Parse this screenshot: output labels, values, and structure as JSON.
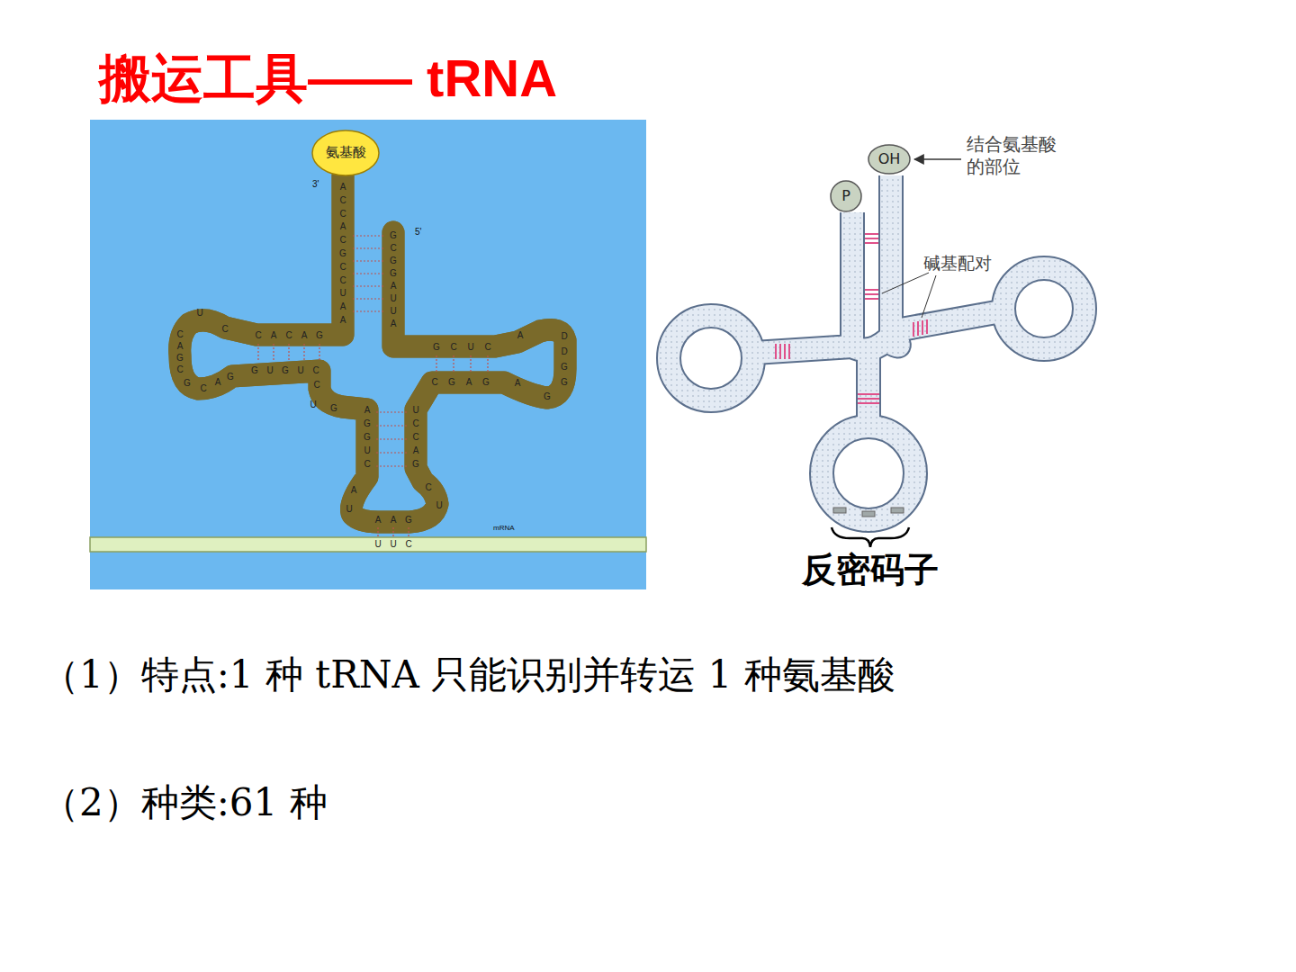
{
  "diagram": {
    "title": "搬运工具—— tRNA",
    "nodes": [
      {
        "text": [
          "氨基酸"
        ]
      },
      {
        "text": [
          "P"
        ]
      },
      {
        "text": [
          "OH"
        ]
      }
    ],
    "labels": [
      "3'",
      "5'",
      "ACCACGCCUAA",
      "GCGGAUUA",
      "UC",
      "CAGC",
      "GCAG",
      "CACAG",
      "GUGUC",
      "C",
      "UG",
      "GCUC",
      "A",
      "DDGG",
      "G",
      "CGAG",
      "A",
      "AGGUC",
      "UCCAG",
      "C",
      "U",
      "AU",
      "AAG",
      "UUC",
      "mRNA",
      "结合氨基酸的部位",
      "碱基配对",
      "反密码子",
      "（1）特点:1 种 tRNA 只能识别并转运 1 种氨基酸",
      "（2）种类:61 种"
    ]
  }
}
